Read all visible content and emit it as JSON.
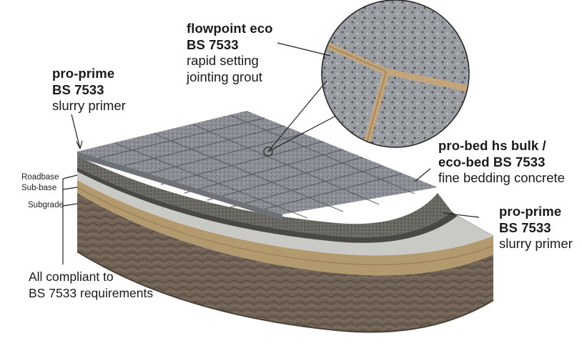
{
  "callouts": {
    "grout": {
      "name": "flowpoint eco",
      "standard": "BS 7533",
      "line1": "rapid setting",
      "line2": "jointing grout"
    },
    "primer_top": {
      "name": "pro-prime",
      "standard": "BS 7533",
      "desc": "slurry primer"
    },
    "bedding": {
      "line1": "pro-bed hs bulk /",
      "line2": "eco-bed BS 7533",
      "desc": "fine bedding concrete"
    },
    "primer_right": {
      "name": "pro-prime",
      "standard": "BS 7533",
      "desc": "slurry primer"
    }
  },
  "layers": [
    "Roadbase",
    "Sub-base",
    "Subgrade"
  ],
  "footnote": {
    "line1": "All compliant to",
    "line2": "BS 7533 requirements"
  },
  "colors": {
    "text": "#1a1a1a",
    "paver": "#8c9096",
    "bedding": "#6a6862",
    "roadbase": "#c9c9c6",
    "subbase": "#b39a6e",
    "subgrade": "#6f6254"
  }
}
